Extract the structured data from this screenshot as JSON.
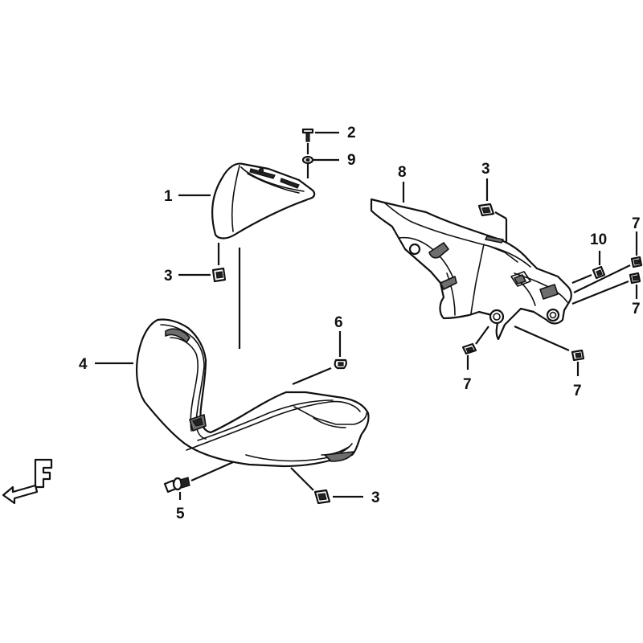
{
  "callouts": {
    "c1": "1",
    "c2": "2",
    "c9": "9",
    "c3a": "3",
    "c3b": "3",
    "c3c": "3",
    "c4": "4",
    "c5": "5",
    "c6": "6",
    "c8": "8",
    "c10": "10",
    "c7a": "7",
    "c7b": "7",
    "c7c": "7",
    "c7d": "7"
  },
  "front_marker": "F",
  "colors": {
    "line": "#111111",
    "shade": "#6e6e6e",
    "background": "#ffffff"
  }
}
